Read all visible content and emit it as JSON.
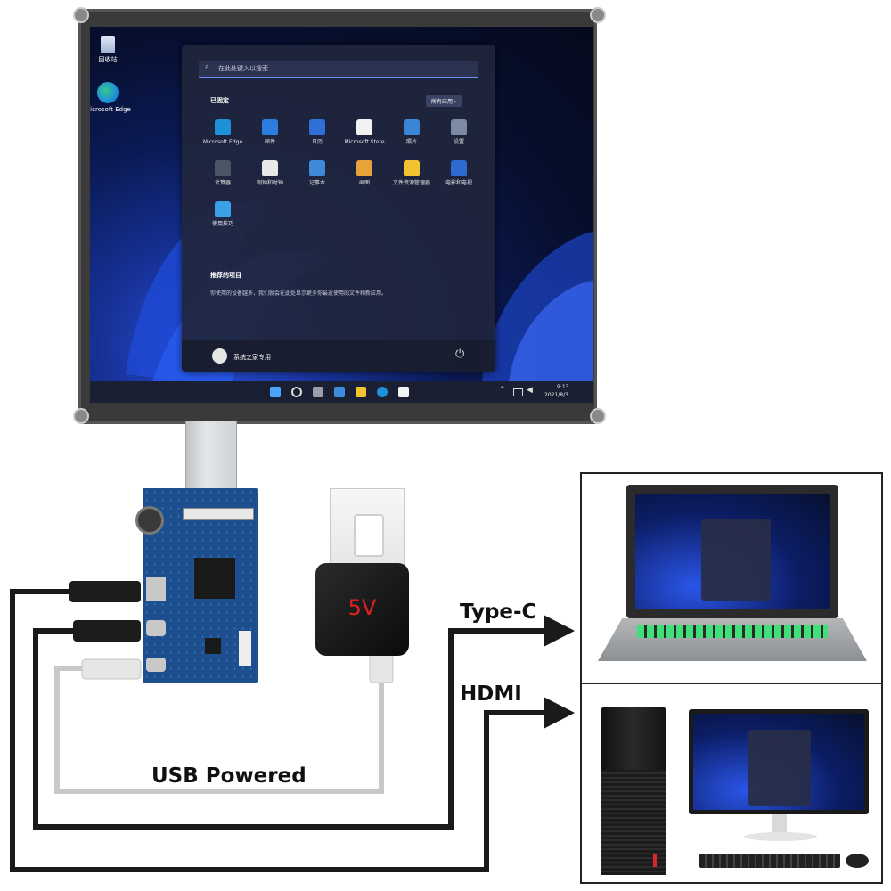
{
  "screen": {
    "desktop_icons": [
      {
        "label": "回收站",
        "icon": "recycle-bin-icon"
      },
      {
        "label": "Microsoft Edge",
        "icon": "edge-icon"
      }
    ],
    "start_menu": {
      "search_placeholder": "在此处键入以搜索",
      "pinned_title": "已固定",
      "all_apps_label": "所有应用 ›",
      "apps": [
        {
          "label": "Microsoft Edge",
          "icon": "edge-icon",
          "color": "#1e90d8"
        },
        {
          "label": "邮件",
          "icon": "mail-icon",
          "color": "#2a7de1"
        },
        {
          "label": "日历",
          "icon": "calendar-icon",
          "color": "#2f6fd6"
        },
        {
          "label": "Microsoft Store",
          "icon": "store-icon",
          "color": "#f2f2f2"
        },
        {
          "label": "照片",
          "icon": "photos-icon",
          "color": "#3a86d4"
        },
        {
          "label": "设置",
          "icon": "settings-icon",
          "color": "#7d8aa6"
        },
        {
          "label": "计算器",
          "icon": "calculator-icon",
          "color": "#4b5568"
        },
        {
          "label": "闹钟和时钟",
          "icon": "clock-icon",
          "color": "#e8e8e8"
        },
        {
          "label": "记事本",
          "icon": "notepad-icon",
          "color": "#3f8ad8"
        },
        {
          "label": "画图",
          "icon": "paint-icon",
          "color": "#e7a33a"
        },
        {
          "label": "文件资源管理器",
          "icon": "folder-icon",
          "color": "#f2c231"
        },
        {
          "label": "电影和电视",
          "icon": "movies-icon",
          "color": "#2e6ad1"
        },
        {
          "label": "使用技巧",
          "icon": "tips-icon",
          "color": "#3aa0e8"
        }
      ],
      "recommended_title": "推荐的项目",
      "recommended_text": "你使用的设备越多，我们就会在此处显示更多你最近使用的文件和新应用。",
      "user_name": "系统之家专用"
    },
    "taskbar": {
      "time": "9:13",
      "date": "2021/8/3"
    }
  },
  "adapter_label": "5V",
  "labels": {
    "type_c": "Type-C",
    "hdmi": "HDMI",
    "usb_powered": "USB Powered"
  },
  "colors": {
    "cable_black": "#1a1a1a",
    "cable_gray": "#c8c8c8",
    "pcb_blue": "#1d4f8f",
    "adapter_red": "#e02020"
  }
}
